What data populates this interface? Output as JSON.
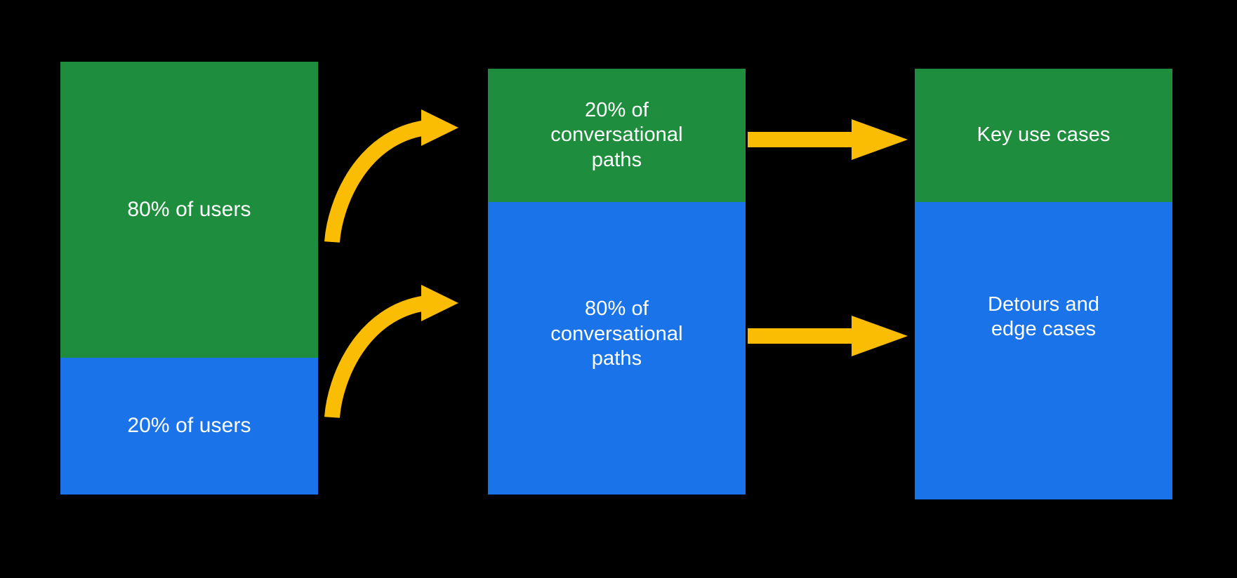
{
  "diagram": {
    "title": "80/20 conversational paths flow",
    "background_color": "#000000",
    "palette": {
      "green": "#1E8E3E",
      "blue": "#1A73E8",
      "amber": "#FBBC04",
      "text": "#FFFFFF"
    }
  },
  "columns": [
    {
      "name": "users",
      "segments": [
        {
          "label": "80% of users",
          "color": "#1E8E3E",
          "share": 80
        },
        {
          "label": "20% of users",
          "color": "#1A73E8",
          "share": 20
        }
      ]
    },
    {
      "name": "conversational-paths",
      "segments": [
        {
          "label": "20% of\nconversational\npaths",
          "color": "#1E8E3E",
          "share": 20
        },
        {
          "label": "80% of\nconversational\npaths",
          "color": "#1A73E8",
          "share": 80
        }
      ]
    },
    {
      "name": "outcomes",
      "segments": [
        {
          "label": "Key use cases",
          "color": "#1E8E3E",
          "share": 20
        },
        {
          "label": "Detours and\nedge cases",
          "color": "#1A73E8",
          "share": 80
        }
      ]
    }
  ],
  "arrows": [
    {
      "name": "users-green-to-paths-green",
      "style": "curved",
      "color": "#FBBC04"
    },
    {
      "name": "users-blue-to-paths-blue",
      "style": "curved",
      "color": "#FBBC04"
    },
    {
      "name": "paths-green-to-key-use-cases",
      "style": "straight",
      "color": "#FBBC04"
    },
    {
      "name": "paths-blue-to-detours",
      "style": "straight",
      "color": "#FBBC04"
    }
  ]
}
